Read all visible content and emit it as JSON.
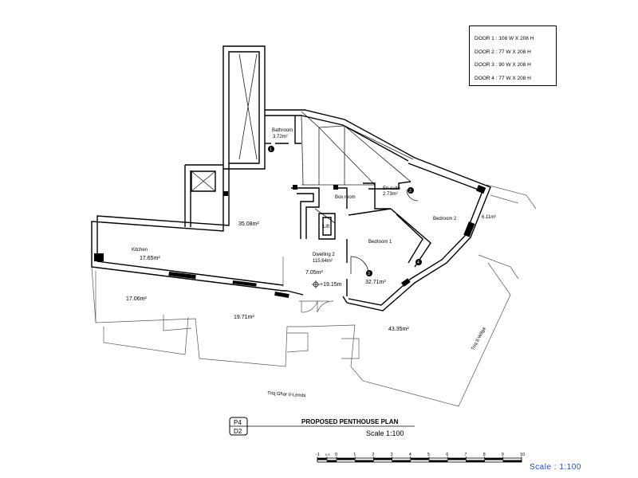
{
  "legend": [
    "DOOR 1 : 108 W X 208 H",
    "DOOR 2 : 77 W X 208 H",
    "DOOR 3 : 90 W X 208 H",
    "DOOR 4 : 77 W X 208 H"
  ],
  "rooms": {
    "bathroom": "Bathroom",
    "bathroom_area": "3.72m²",
    "ensuite": "En-suite",
    "ensuite_area": "2.73m²",
    "boxroom": "Box room",
    "lift": "Lift",
    "living_area": "35.08m²",
    "kitchen": "Kitchen",
    "kitchen_area": "17.65m²",
    "dwelling": "Dwelling 2",
    "dwelling_area": "115.64m²",
    "bedroom1": "Bedroom 1",
    "bedroom1_area": "32.71m²",
    "bedroom2": "Bedroom 2",
    "bedroom2_area": "6.11m²",
    "landing_area": "7.05m²",
    "level": "+19.15m",
    "terrace_left": "17.06m²",
    "terrace_mid": "19.71m²",
    "terrace_right": "43.35m²"
  },
  "door_tags": [
    "1",
    "2",
    "3",
    "4"
  ],
  "streets": {
    "bottom": "Triq Għar Il-Lembi",
    "right": "Triq Il-Wilga"
  },
  "title_block": {
    "tag_top": "P4",
    "tag_bottom": "D2",
    "title": "PROPOSED PENTHOUSE PLAN",
    "scale": "Scale  1:100"
  },
  "scale_bar": {
    "labels": [
      "-1",
      "0.5",
      "0",
      "1",
      "2",
      "3",
      "4",
      "5",
      "6",
      "7",
      "8",
      "9",
      "10"
    ],
    "caption": "Scale  :  1:100",
    "caption_color": "#1a4fcf"
  }
}
